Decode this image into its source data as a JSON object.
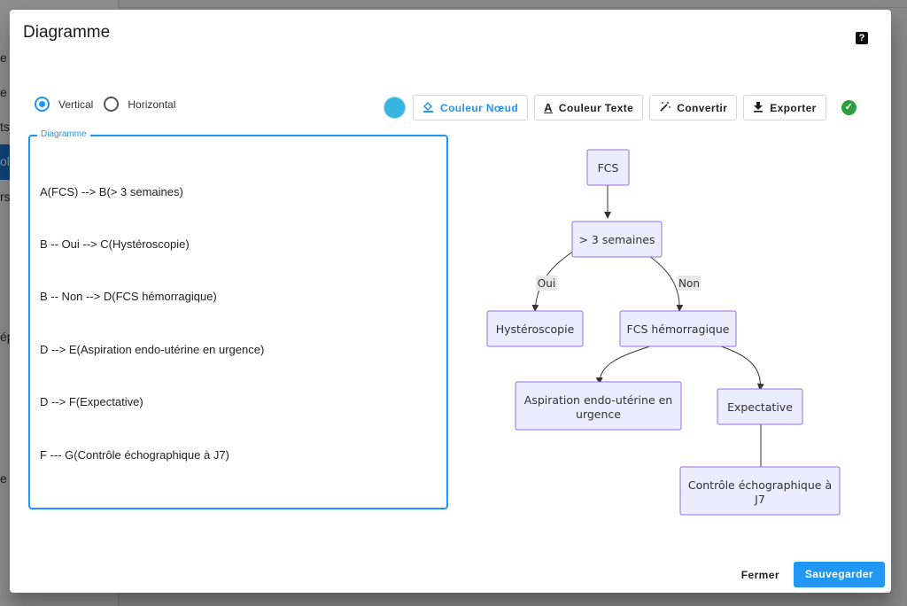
{
  "background": {
    "sidebar_fragments": [
      "e",
      "e",
      "ts",
      "ole",
      "rs",
      "ép",
      "e"
    ]
  },
  "dialog": {
    "title": "Diagramme",
    "help_icon": "question-icon"
  },
  "orientation": {
    "options": [
      "Vertical",
      "Horizontal"
    ],
    "selected": "Vertical"
  },
  "toolbar": {
    "node_color": "#35b5e0",
    "buttons": [
      {
        "label": "Couleur Nœud",
        "icon": "paint-bucket-icon"
      },
      {
        "label": "Couleur Texte",
        "icon": "text-color-icon"
      },
      {
        "label": "Convertir",
        "icon": "magic-wand-icon"
      },
      {
        "label": "Exporter",
        "icon": "download-icon"
      }
    ],
    "status_icon": "check-circle-icon"
  },
  "editor": {
    "legend": "Diagramme",
    "lines": [
      "A(FCS) --> B(> 3 semaines)",
      "B -- Oui --> C(Hystéroscopie)",
      "B -- Non --> D(FCS hémorragique)",
      "D --> E(Aspiration endo-utérine en urgence)",
      "D --> F(Expectative)",
      "F --- G(Contrôle échographique à J7)"
    ]
  },
  "diagram": {
    "nodes": {
      "A": [
        "FCS"
      ],
      "B": [
        "> 3 semaines"
      ],
      "C": [
        "Hystéroscopie"
      ],
      "D": [
        "FCS hémorragique"
      ],
      "E": [
        "Aspiration endo-utérine en",
        "urgence"
      ],
      "F": [
        "Expectative"
      ],
      "G": [
        "Contrôle échographique à",
        "J7"
      ]
    },
    "edge_labels": {
      "BC": "Oui",
      "BD": "Non"
    },
    "colors": {
      "node_fill": "#ececff",
      "node_stroke": "#9370db",
      "edge": "#333333",
      "edge_label_bg": "#e8e8e8"
    }
  },
  "footer": {
    "cancel_label": "Fermer",
    "save_label": "Sauvegarder"
  }
}
